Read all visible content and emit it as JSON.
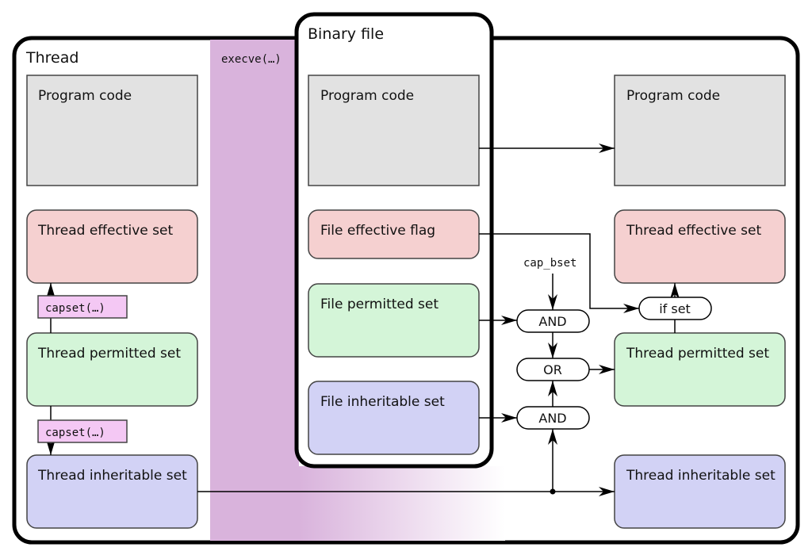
{
  "thread": {
    "title": "Thread",
    "program_code": "Program code",
    "effective": "Thread effective set",
    "permitted": "Thread permitted set",
    "inheritable": "Thread inheritable set",
    "capset_upper": "capset(…)",
    "capset_lower": "capset(…)"
  },
  "execve_label": "execve(…)",
  "binary": {
    "title": "Binary file",
    "program_code": "Program code",
    "effective_flag": "File effective flag",
    "permitted": "File permitted set",
    "inheritable": "File inheritable set"
  },
  "ops": {
    "cap_bset": "cap_bset",
    "and_upper": "AND",
    "or": "OR",
    "and_lower": "AND",
    "if_set": "if set"
  },
  "result": {
    "program_code": "Program code",
    "effective": "Thread effective set",
    "permitted": "Thread permitted set",
    "inheritable": "Thread inheritable set"
  },
  "colors": {
    "code": "#e2e2e2",
    "effective": "#f5d0d0",
    "permitted": "#d4f5d8",
    "inheritable": "#d2d2f5",
    "execve_band": "#d9b3dc",
    "capset": "#f4c8f4"
  }
}
